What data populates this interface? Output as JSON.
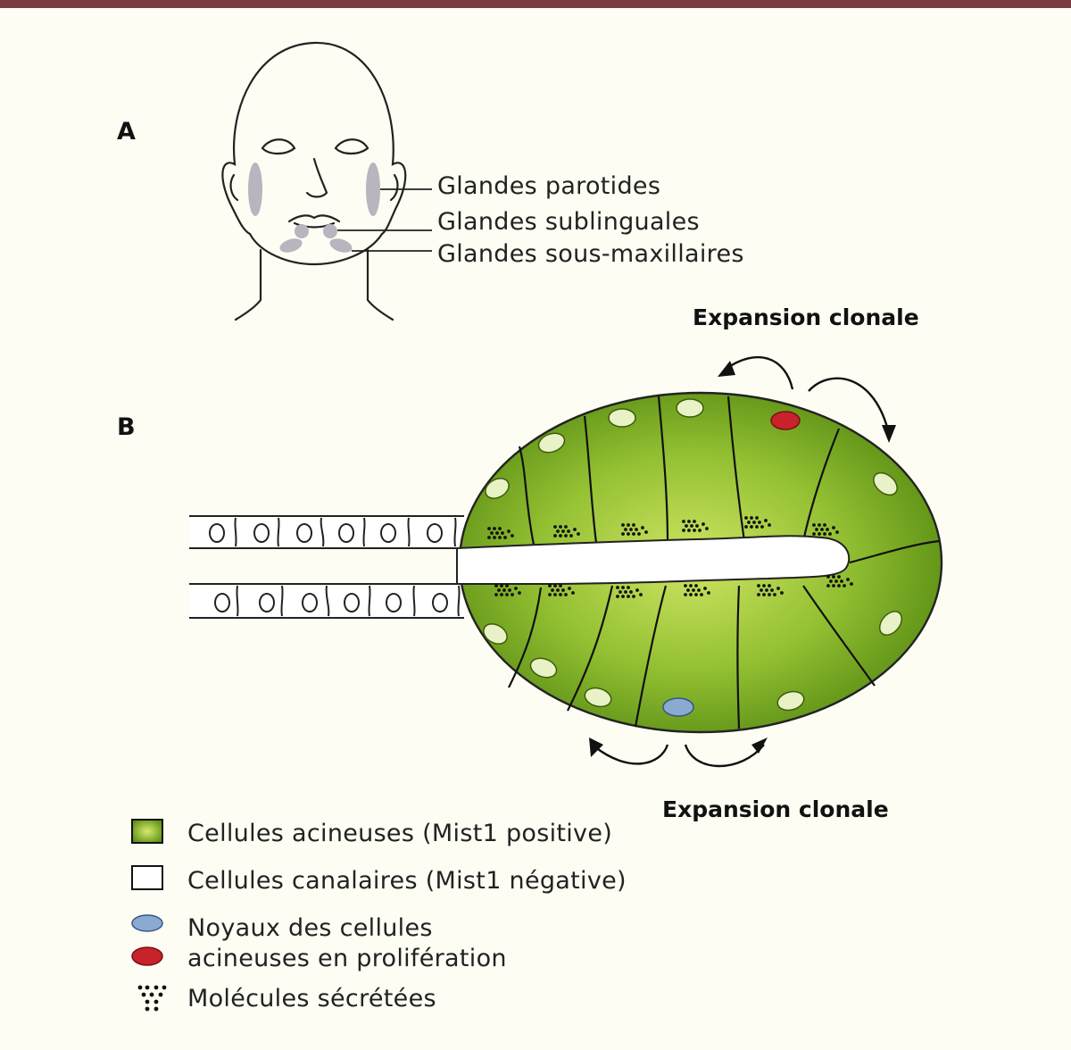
{
  "panels": {
    "a": "A",
    "b": "B"
  },
  "glands": {
    "parotid": "Glandes parotides",
    "sublingual": "Glandes sublinguales",
    "submandibular": "Glandes sous-maxillaires"
  },
  "expansion": {
    "top": "Expansion clonale",
    "bottom": "Expansion clonale"
  },
  "legend": {
    "acinar_cells": "Cellules acineuses (Mist1 positive)",
    "ductal_cells": "Cellules canalaires (Mist1 négative)",
    "nuclei_line1": "Noyaux des cellules",
    "nuclei_line2": "acineuses en prolifération",
    "secreted": "Molécules sécrétées"
  },
  "colors": {
    "frame_rule": "#7a3b42",
    "acinus_light": "#c8e25a",
    "acinus_dark": "#5c8f14",
    "gland_shadow": "#bab4be",
    "nucleus_normal": "#e9f1c6",
    "nucleus_blue": "#8aaad0",
    "nucleus_red": "#c8222a",
    "lumen": "#ffffff"
  }
}
